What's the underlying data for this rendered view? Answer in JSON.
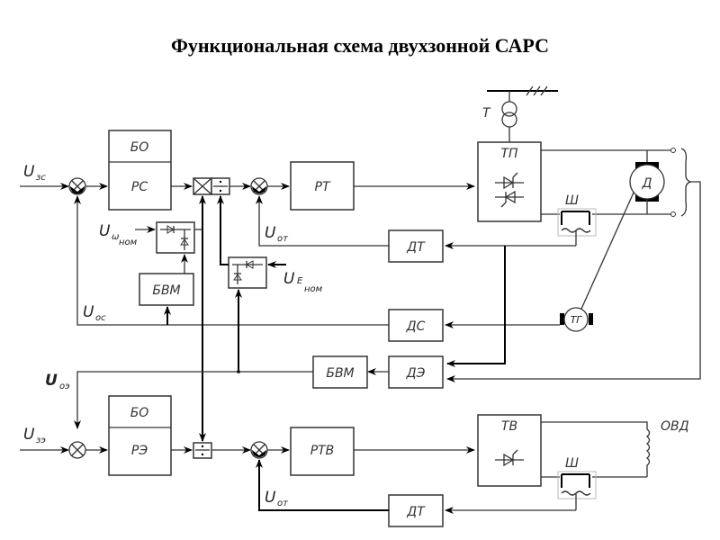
{
  "title": "Функциональная схема двухзонной САРС",
  "blocks": {
    "bo_top": "БО",
    "rs": "РС",
    "rt": "РТ",
    "tp": "ТП",
    "dt_top": "ДТ",
    "bvm_left": "БВМ",
    "ds": "ДС",
    "de": "ДЭ",
    "bvm_mid": "БВМ",
    "bo_bottom": "БО",
    "re": "РЭ",
    "rtv": "РТВ",
    "tv": "ТВ",
    "dt_bottom": "ДТ",
    "motor": "Д",
    "tacho": "ТГ",
    "transformer": "Т",
    "shunt_top": "Ш",
    "shunt_bottom": "Ш",
    "field_winding": "ОВД"
  },
  "signals": {
    "u_zs": {
      "main": "U",
      "sub": "зс"
    },
    "u_omega_nom": {
      "main": "U",
      "sub": "ω",
      "sub2": "ном"
    },
    "u_os": {
      "main": "U",
      "sub": "ос"
    },
    "u_ot_top": {
      "main": "U",
      "sub": "от"
    },
    "u_e_nom": {
      "main": "U",
      "sub": "E",
      "sub2": "ном"
    },
    "u_oe": {
      "main": "U",
      "sub": "оэ"
    },
    "u_ze": {
      "main": "U",
      "sub": "зэ"
    },
    "u_ot_bottom": {
      "main": "U",
      "sub": "от"
    }
  },
  "symbols": {
    "multiplier": "×",
    "divider": "÷"
  }
}
